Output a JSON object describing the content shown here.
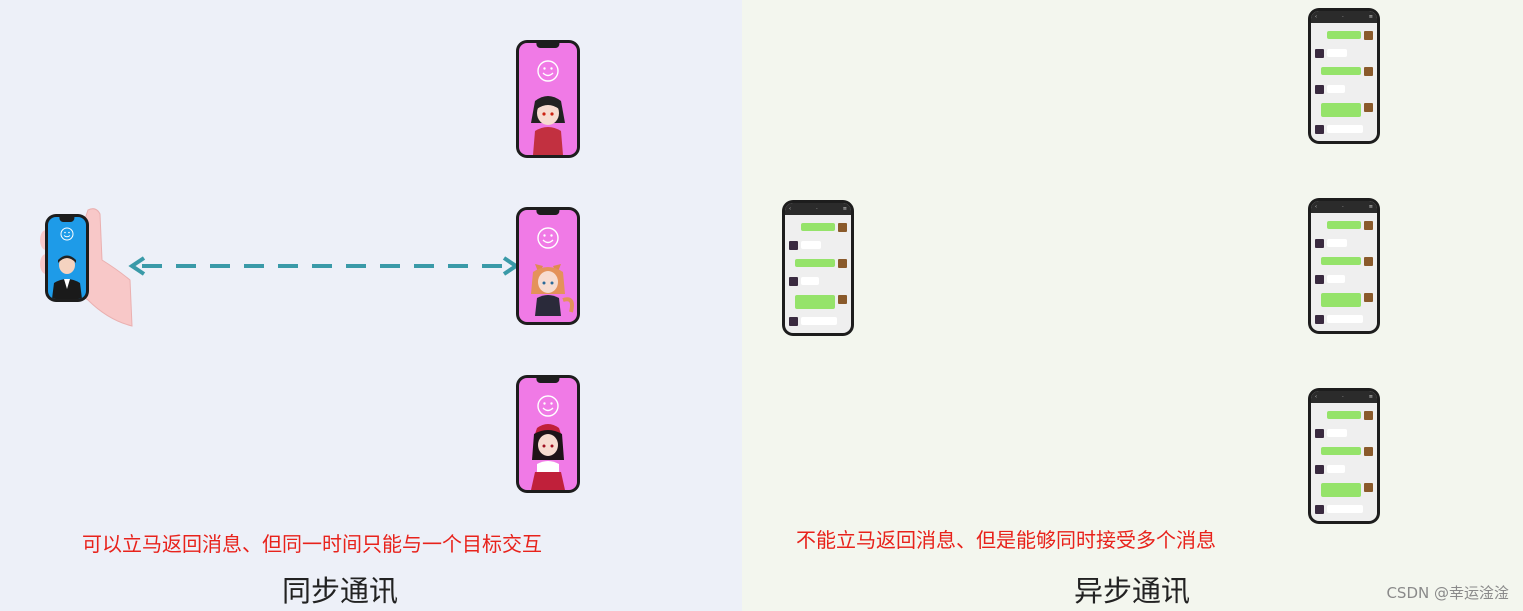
{
  "left": {
    "caption": "可以立马返回消息、但同一时间只能与一个目标交互",
    "title": "同步通讯"
  },
  "right": {
    "caption": "不能立马返回消息、但是能够同时接受多个消息",
    "title": "异步通讯"
  },
  "watermark": "CSDN @幸运淦淦",
  "colors": {
    "left_bg": "#edf0f8",
    "right_bg": "#f3f6ee",
    "arrow": "#3a9aa8",
    "caption_red": "#e8221b",
    "pink_screen": "#f07ae6",
    "blue_screen": "#1e9be8",
    "bubble_green": "#95e36a"
  },
  "icons": [
    "smiley-icon",
    "hand-icon",
    "person-icon",
    "anime-character-icon"
  ]
}
